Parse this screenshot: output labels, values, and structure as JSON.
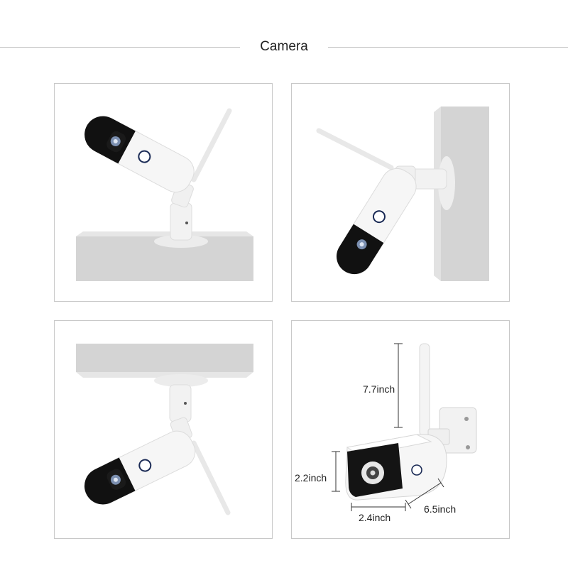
{
  "header": {
    "title": "Camera"
  },
  "panels": [
    {
      "id": "desk-mount"
    },
    {
      "id": "wall-mount"
    },
    {
      "id": "ceiling-mount"
    },
    {
      "id": "dimensions",
      "dimensions": {
        "height_label": "7.7inch",
        "body_height_label": "2.2inch",
        "width_label": "2.4inch",
        "length_label": "6.5inch"
      }
    }
  ],
  "colors": {
    "line": "#bdbdbd",
    "panel_border": "#c8c8c8",
    "slab": "#d4d4d4",
    "camera_body": "#f4f4f4",
    "lens_hood": "#111111"
  }
}
